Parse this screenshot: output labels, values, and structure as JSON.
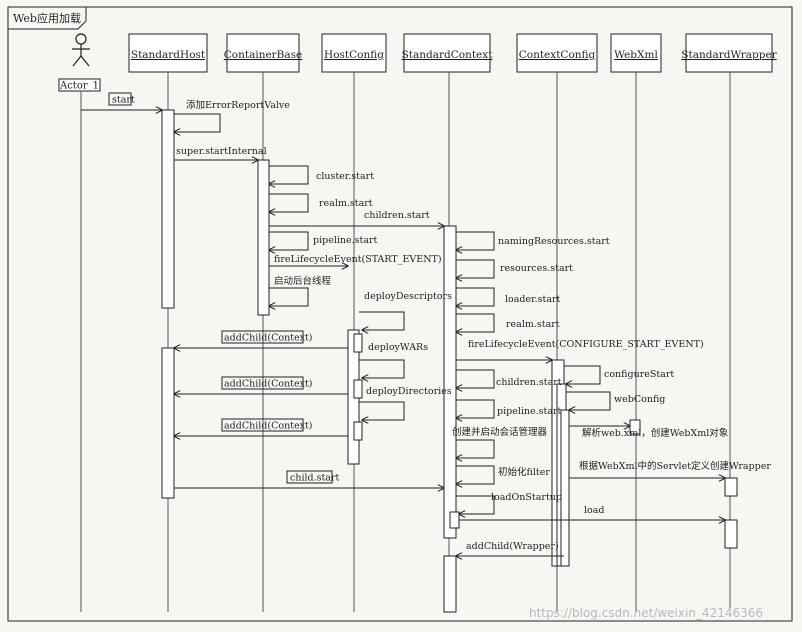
{
  "frame_title": "Web应用加载",
  "actor": {
    "label": "Actor_1"
  },
  "participants": [
    {
      "id": "sh",
      "label": "StandardHost"
    },
    {
      "id": "cb",
      "label": "ContainerBase"
    },
    {
      "id": "hc",
      "label": "HostConfig"
    },
    {
      "id": "sc",
      "label": "StandardContext"
    },
    {
      "id": "cc",
      "label": "ContextConfig"
    },
    {
      "id": "wx",
      "label": "WebXml"
    },
    {
      "id": "sw",
      "label": "StandardWrapper"
    }
  ],
  "messages": [
    {
      "label": "start",
      "boxed": true
    },
    {
      "label": "添加ErrorReportValve"
    },
    {
      "label": "super.startInternal"
    },
    {
      "label": "cluster.start"
    },
    {
      "label": "realm.start"
    },
    {
      "label": "children.start"
    },
    {
      "label": "pipeline.start"
    },
    {
      "label": "fireLifecycleEvent(START_EVENT)"
    },
    {
      "label": "启动后台线程"
    },
    {
      "label": "deployDescriptors"
    },
    {
      "label": "addChild(Context)",
      "boxed": true
    },
    {
      "label": "deployWARs"
    },
    {
      "label": "addChild(Context)",
      "boxed": true
    },
    {
      "label": "deployDirectories"
    },
    {
      "label": "addChild(Context)",
      "boxed": true
    },
    {
      "label": "child.start",
      "boxed": true
    },
    {
      "label": "namingResources.start"
    },
    {
      "label": "resources.start"
    },
    {
      "label": "loader.start"
    },
    {
      "label": "realm.start"
    },
    {
      "label": "fireLifecycleEvent(CONFIGURE_START_EVENT)"
    },
    {
      "label": "children.start"
    },
    {
      "label": "configureStart"
    },
    {
      "label": "pipeline.start"
    },
    {
      "label": "webConfig"
    },
    {
      "label": "创建并启动会话管理器"
    },
    {
      "label": "解析web.xml，创建WebXml对象"
    },
    {
      "label": "初始化filter"
    },
    {
      "label": "根据WebXml中的Servlet定义创建Wrapper"
    },
    {
      "label": "loadOnStartup"
    },
    {
      "label": "load"
    },
    {
      "label": "addChild(Wrapper)"
    }
  ],
  "watermark": "https://blog.csdn.net/weixin_42146366"
}
